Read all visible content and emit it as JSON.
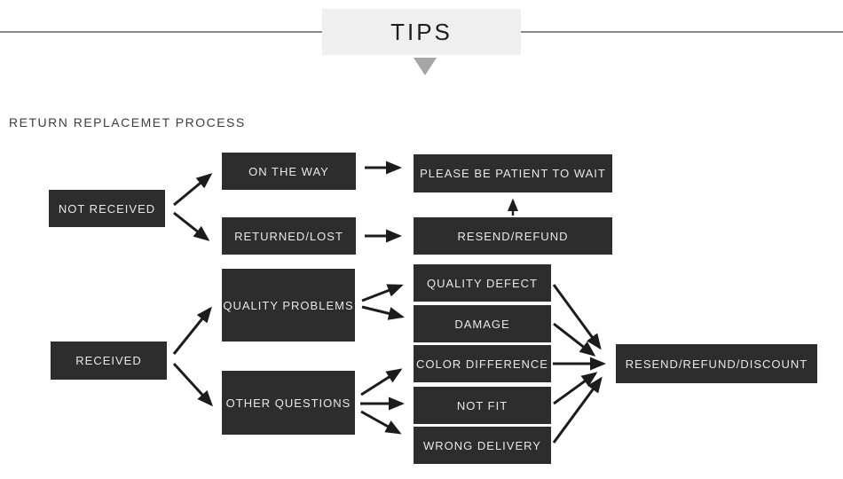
{
  "header": {
    "title": "TIPS"
  },
  "section_title": "RETURN REPLACEMET PROCESS",
  "colors": {
    "node_bg": "#2d2d2d",
    "node_text": "#e8e8e8",
    "header_box_bg": "#efefef",
    "header_text": "#1d1d1d",
    "divider_line": "#8a8a8a",
    "triangle": "#a6a6a6",
    "arrow": "#1c1c1c",
    "background": "#ffffff"
  },
  "icons": {
    "header_pointer": "down-triangle-icon"
  },
  "nodes": {
    "not_received": {
      "label": "NOT RECEIVED"
    },
    "on_the_way": {
      "label": "ON THE WAY"
    },
    "returned_lost": {
      "label": "RETURNED/LOST"
    },
    "please_wait": {
      "label": "PLEASE BE PATIENT TO WAIT"
    },
    "resend_refund": {
      "label": "RESEND/REFUND"
    },
    "quality_problems": {
      "label": "QUALITY PROBLEMS"
    },
    "quality_defect": {
      "label": "QUALITY DEFECT"
    },
    "damage": {
      "label": "DAMAGE"
    },
    "received": {
      "label": "RECEIVED"
    },
    "color_difference": {
      "label": "COLOR DIFFERENCE"
    },
    "other_questions": {
      "label": "OTHER QUESTIONS"
    },
    "not_fit": {
      "label": "NOT FIT"
    },
    "wrong_delivery": {
      "label": "WRONG DELIVERY"
    },
    "resend_refund_discount": {
      "label": "RESEND/REFUND/DISCOUNT"
    }
  },
  "edges": [
    {
      "from": "not_received",
      "to": "on_the_way"
    },
    {
      "from": "not_received",
      "to": "returned_lost"
    },
    {
      "from": "on_the_way",
      "to": "please_wait"
    },
    {
      "from": "returned_lost",
      "to": "resend_refund"
    },
    {
      "from": "resend_refund",
      "to": "please_wait"
    },
    {
      "from": "received",
      "to": "quality_problems"
    },
    {
      "from": "received",
      "to": "other_questions"
    },
    {
      "from": "quality_problems",
      "to": "quality_defect"
    },
    {
      "from": "quality_problems",
      "to": "damage"
    },
    {
      "from": "other_questions",
      "to": "color_difference"
    },
    {
      "from": "other_questions",
      "to": "not_fit"
    },
    {
      "from": "other_questions",
      "to": "wrong_delivery"
    },
    {
      "from": "quality_defect",
      "to": "resend_refund_discount"
    },
    {
      "from": "damage",
      "to": "resend_refund_discount"
    },
    {
      "from": "color_difference",
      "to": "resend_refund_discount"
    },
    {
      "from": "not_fit",
      "to": "resend_refund_discount"
    },
    {
      "from": "wrong_delivery",
      "to": "resend_refund_discount"
    }
  ]
}
